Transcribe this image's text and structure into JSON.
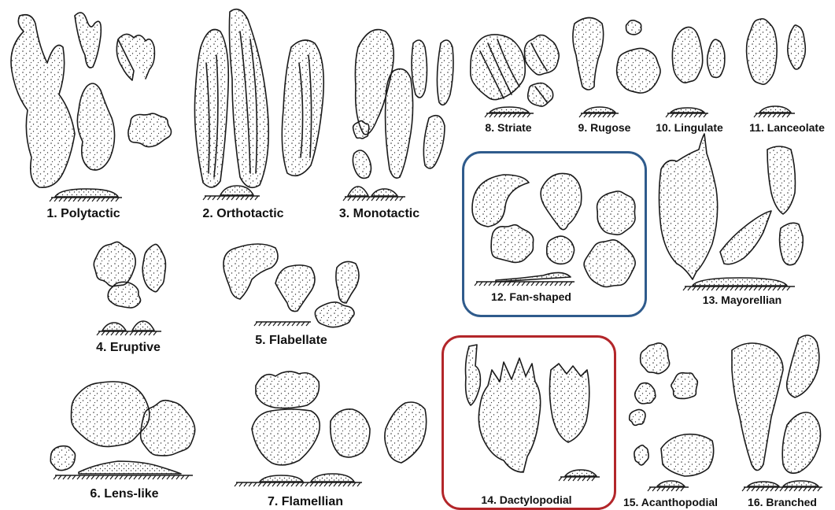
{
  "plate": {
    "labels": {
      "polytactic": "1. Polytactic",
      "orthotactic": "2. Orthotactic",
      "monotactic": "3. Monotactic",
      "eruptive": "4. Eruptive",
      "flabellate": "5. Flabellate",
      "lens_like": "6. Lens-like",
      "flamellian": "7. Flamellian",
      "striate": "8. Striate",
      "rugose": "9. Rugose",
      "lingulate": "10. Lingulate",
      "lanceolate": "11. Lanceolate",
      "fan_shaped": "12. Fan-shaped",
      "mayorellian": "13. Mayorellian",
      "dactylopodial": "14. Dactylopodial",
      "acanthopodial": "15. Acanthopodial",
      "branched": "16. Branched"
    },
    "highlight_colors": {
      "fan_shaped_box": "#2f5b8c",
      "dactylopodial_box": "#b3262a"
    },
    "ink_color": "#1a1a1a"
  }
}
